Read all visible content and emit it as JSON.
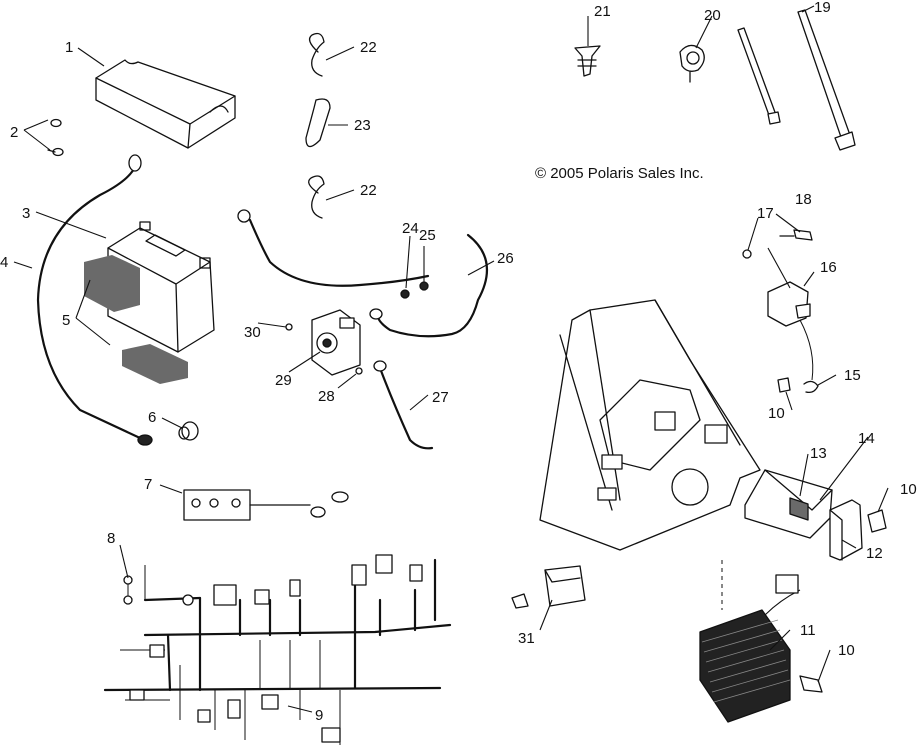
{
  "copyright": "© 2005 Polaris Sales Inc.",
  "callouts": {
    "c1": "1",
    "c2": "2",
    "c3": "3",
    "c4": "4",
    "c5": "5",
    "c6": "6",
    "c7": "7",
    "c8": "8",
    "c9": "9",
    "c10a": "10",
    "c10b": "10",
    "c10c": "10",
    "c11": "11",
    "c12": "12",
    "c13": "13",
    "c14": "14",
    "c15": "15",
    "c16": "16",
    "c17": "17",
    "c18": "18",
    "c19": "19",
    "c20": "20",
    "c21": "21",
    "c22a": "22",
    "c22b": "22",
    "c23": "23",
    "c24": "24",
    "c25": "25",
    "c26": "26",
    "c27": "27",
    "c28": "28",
    "c29": "29",
    "c30": "30",
    "c31": "31"
  },
  "icons": {
    "battery": "battery-icon",
    "battery-cover": "battery-cover-icon",
    "solenoid": "starter-solenoid-icon",
    "wiring-harness": "wiring-harness-icon",
    "cdi-box": "cdi-box-icon",
    "regulator": "voltage-regulator-icon",
    "bracket": "mounting-bracket-icon",
    "cable-tie": "cable-tie-icon"
  }
}
